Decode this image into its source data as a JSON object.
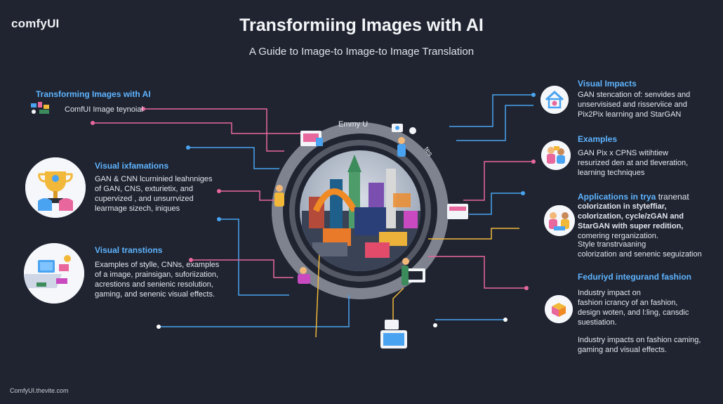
{
  "brand": "comfyUI",
  "title": "Transformiing Images with AI",
  "subtitle": "A Guide to Image-to Image-to Image Translation",
  "ring_labels": {
    "top": "Emmy U",
    "right": "tes"
  },
  "left_sections": [
    {
      "title": "Transforming Images with AI",
      "lines": [
        "ComfUI Image teynoial"
      ]
    },
    {
      "title": "Visual ixfamations",
      "lines": [
        "GAN & CNN lcurninied leahnniges",
        "of GAN, CNS, exturietix, and",
        "cupervized , and unsurrvized",
        "learmage sizech, iniques"
      ]
    },
    {
      "title": "Visual transtions",
      "lines": [
        "Examples of stylle, CNNs, examples",
        "of a image, prainsigan, suforiization,",
        "acrestions and senienic resolution,",
        "gaming, and senenic visual effects."
      ]
    }
  ],
  "right_sections": [
    {
      "title": "Visual Impacts",
      "lines": [
        "GAN stencation of: senvides and",
        "unservisised and risserviice and",
        "Pix2Pix learning and StarGAN"
      ]
    },
    {
      "title": "Examples",
      "lines": [
        "GAN Pix x CPNS witihtiew",
        "resurized den at and tleveration,",
        "learning techniques"
      ]
    },
    {
      "title": "Applications in trya",
      "title_suffix": "tranenat",
      "lines": [
        "colorization in styteffiar,",
        "colorization, cycle/zGAN and",
        "StarGAN with super redition,",
        "comering rerganization."
      ]
    },
    {
      "title": "",
      "lines": [
        "Style transtrvaaning",
        "colorization and senenic seguization"
      ]
    },
    {
      "title": "Feduriyd integurand fashion",
      "lines": [
        "Industry impact on",
        "fashion icrancy of an fashion,",
        "design woten, and l:ling, cansdic",
        "suestiation."
      ]
    },
    {
      "title": "",
      "lines": [
        "Industry impacts on fashion caming,",
        "gaming and visual effects."
      ]
    }
  ],
  "footer": "ComfyUI.thevite.com",
  "colors": {
    "background": "#1f2430",
    "accent_blue": "#5fb4ff",
    "line_pink": "#e8679c",
    "line_blue": "#4aa3f0",
    "line_yellow": "#f2b83a",
    "ring": "#8f94a0"
  },
  "icons": [
    "trophy-icon",
    "desk-workspace-icon",
    "house-icon",
    "people-painting-icon",
    "team-collaboration-icon",
    "cube-blocks-icon",
    "city-collage-icon"
  ]
}
